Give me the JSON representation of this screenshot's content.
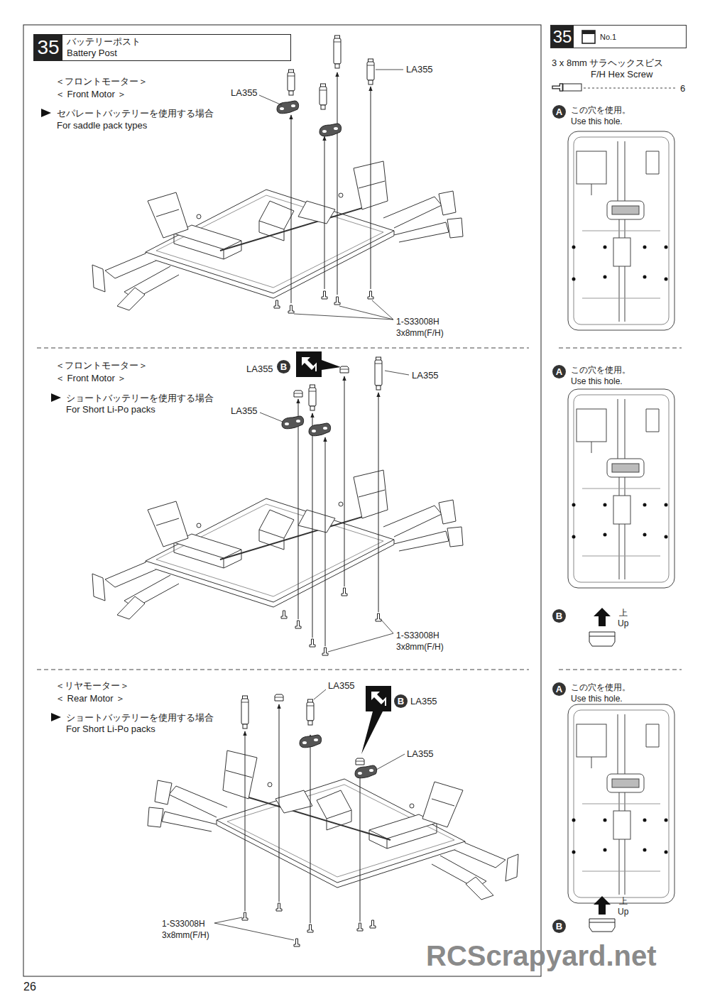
{
  "diagram": {
    "nodes": [
      {
        "text": [
          "35",
          "バッテリーポスト",
          "Battery Post"
        ]
      },
      {
        "text": [
          "35",
          "No.1"
        ]
      },
      {
        "text": [
          "A"
        ]
      },
      {
        "text": [
          "B"
        ]
      },
      {
        "text": [
          "A"
        ]
      },
      {
        "text": [
          "B"
        ]
      },
      {
        "text": [
          "B"
        ]
      },
      {
        "text": [
          "A"
        ]
      },
      {
        "text": [
          "B"
        ]
      }
    ],
    "labels": [
      "＜フロントモーター＞",
      "＜ Front Motor ＞",
      "セパレートバッテリーを使用する場合",
      "For saddle pack types",
      "LA355",
      "LA355",
      "1-S33008H",
      "3x8mm(F/H)",
      "3 x 8mm サラヘックスビス",
      "F/H Hex Screw",
      "6",
      "この穴を使用。",
      "Use this hole.",
      "＜フロントモーター＞",
      "＜ Front Motor ＞",
      "ショートバッテリーを使用する場合",
      "For Short Li-Po packs",
      "LA355",
      "LA355",
      "LA355",
      "1-S33008H",
      "3x8mm(F/H)",
      "この穴を使用。",
      "Use this hole.",
      "上",
      "Up",
      "＜リヤモーター＞",
      "＜ Rear Motor ＞",
      "ショートバッテリーを使用する場合",
      "For Short Li-Po packs",
      "LA355",
      "LA355",
      "LA355",
      "1-S33008H",
      "3x8mm(F/H)",
      "この穴を使用。",
      "Use this hole.",
      "上",
      "Up",
      "26",
      "RCScrapyard.net"
    ]
  }
}
